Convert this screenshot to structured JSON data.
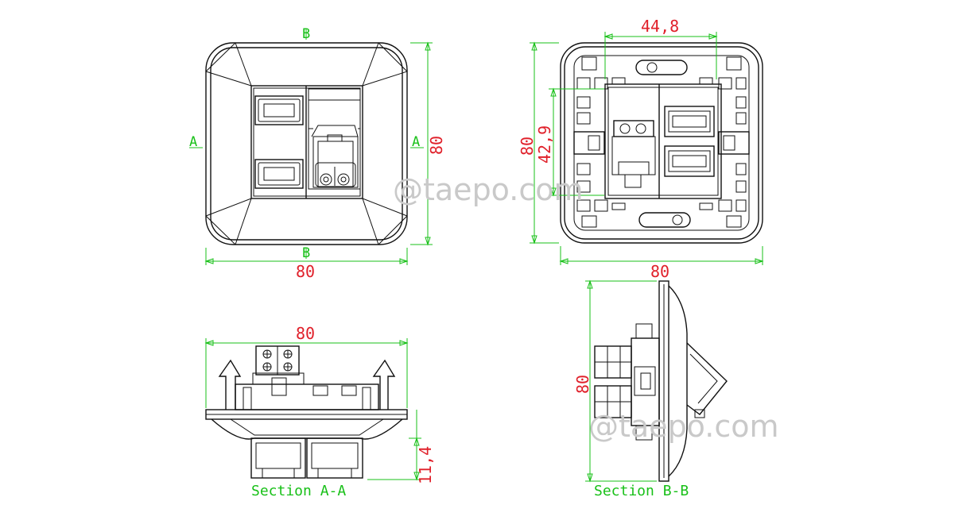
{
  "front_view": {
    "marker_top": "B",
    "marker_bottom": "B",
    "marker_left": "A",
    "marker_right": "A",
    "width_dim": "80",
    "height_dim": "80"
  },
  "back_view": {
    "top_dim": "44,8",
    "inner_height_dim": "42,9",
    "height_dim": "80",
    "width_dim": "80"
  },
  "section_aa": {
    "caption": "Section A-A",
    "width_dim": "80",
    "depth_dim": "11,4"
  },
  "section_bb": {
    "caption": "Section B-B",
    "height_dim": "80"
  },
  "watermark": "@taepo.com",
  "colors": {
    "outline": "#111111",
    "dimension_line": "#18c018",
    "dimension_text": "#e0202a",
    "watermark": "#c9c9c9"
  }
}
